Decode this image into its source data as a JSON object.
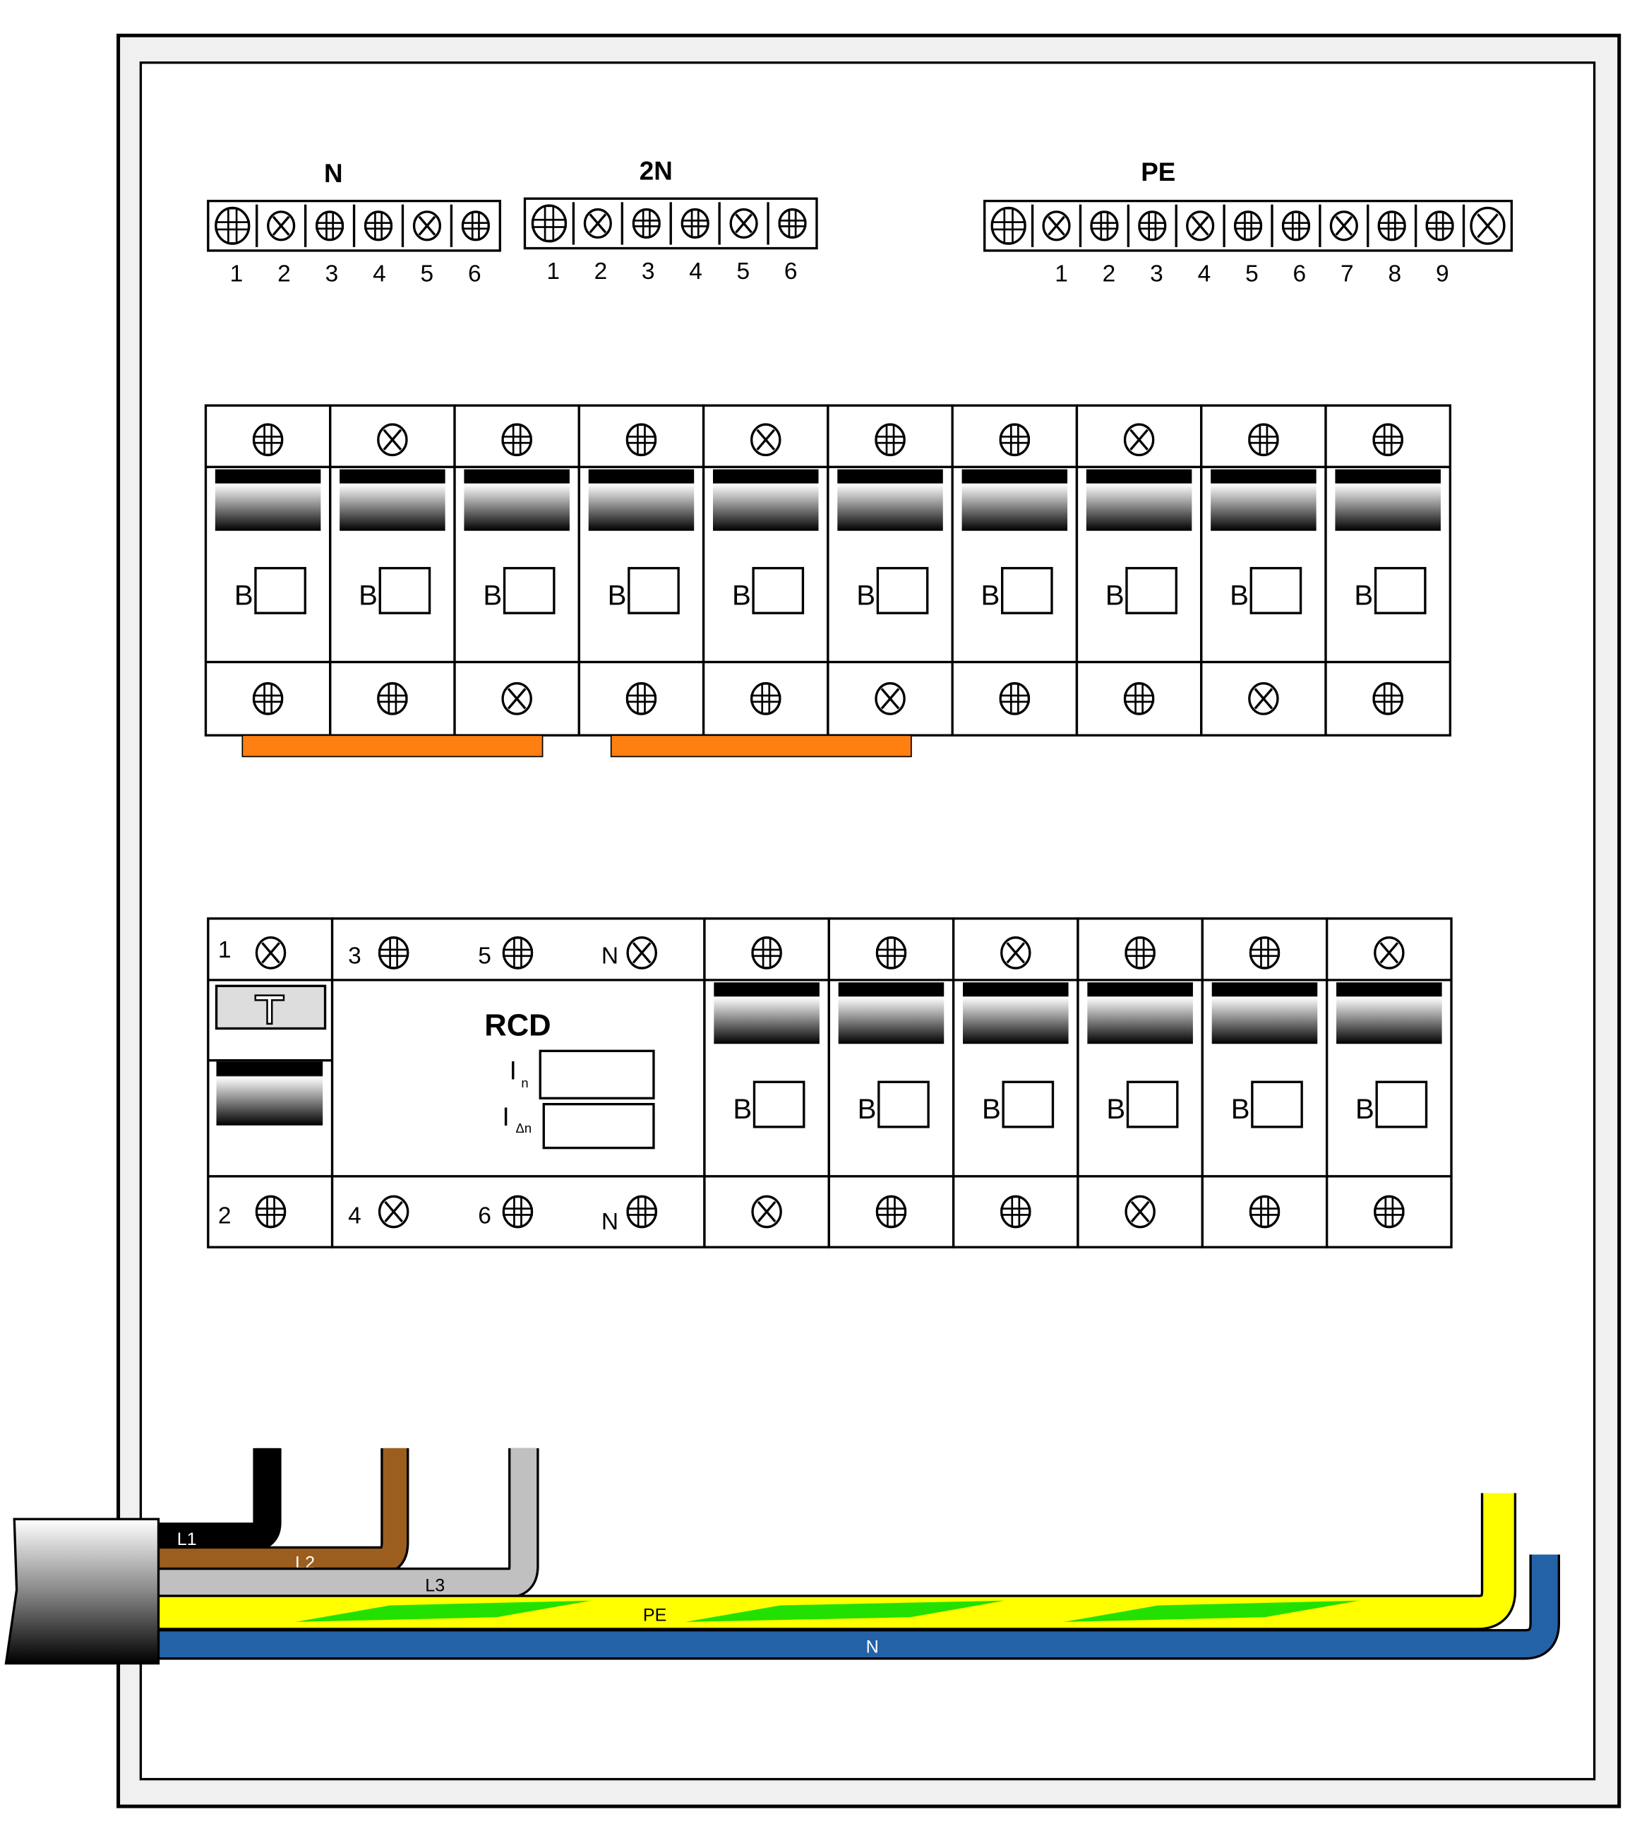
{
  "terminal_blocks": [
    {
      "id": "n",
      "title": "N",
      "numbers": [
        "1",
        "2",
        "3",
        "4",
        "5",
        "6"
      ],
      "screw_count": 6
    },
    {
      "id": "2n",
      "title": "2N",
      "numbers": [
        "1",
        "2",
        "3",
        "4",
        "5",
        "6"
      ],
      "screw_count": 6
    },
    {
      "id": "pe",
      "title": "PE",
      "numbers": [
        "1",
        "2",
        "3",
        "4",
        "5",
        "6",
        "7",
        "8",
        "9"
      ],
      "screw_count": 11
    }
  ],
  "breaker_row_1": {
    "module_count": 10,
    "curve_label": "B"
  },
  "breaker_row_2": {
    "module_count": 6,
    "curve_label": "B",
    "rcd": {
      "title": "RCD",
      "rated_current_symbol": "I",
      "rated_current_sub": "n",
      "residual_current_symbol": "I",
      "residual_current_sub": "Δn",
      "top_terminals": [
        "1",
        "3",
        "5",
        "N"
      ],
      "bottom_terminals": [
        "2",
        "4",
        "6",
        "N"
      ]
    }
  },
  "cables": [
    {
      "id": "l1",
      "label": "L1",
      "color": "#000000",
      "label_color": "#ffffff"
    },
    {
      "id": "l2",
      "label": "L2",
      "color": "#9c5e1f",
      "label_color": "#ffffff"
    },
    {
      "id": "l3",
      "label": "L3",
      "color": "#c0c0c0",
      "label_color": "#000000"
    },
    {
      "id": "pe",
      "label": "PE",
      "color": "#ffff00",
      "stripe_color": "#22e000",
      "label_color": "#000000"
    },
    {
      "id": "n",
      "label": "N",
      "color": "#2462a8",
      "label_color": "#ffffff"
    }
  ],
  "colors": {
    "busbar": "#ff7f11",
    "frame": "#f0f0f0"
  }
}
